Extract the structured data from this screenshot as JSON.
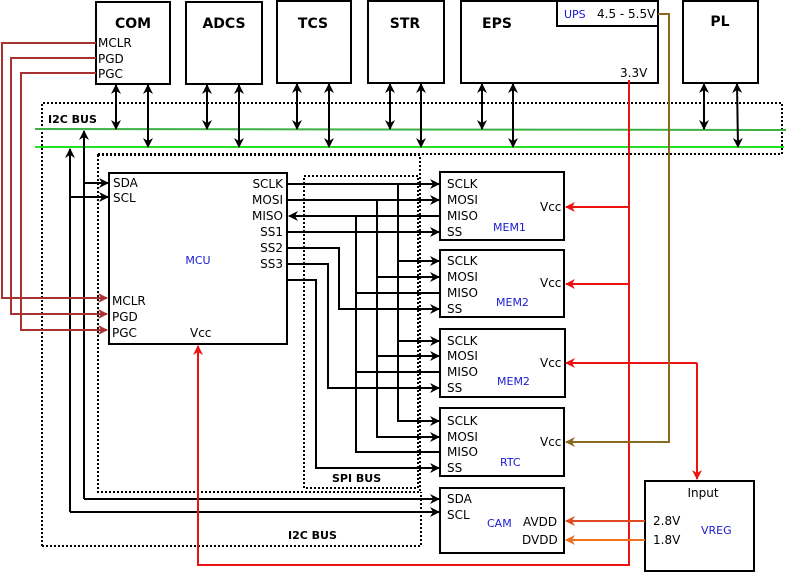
{
  "modules": {
    "com": "COM",
    "adcs": "ADCS",
    "tcs": "TCS",
    "str": "STR",
    "eps": "EPS",
    "pl": "PL",
    "ups": "UPS",
    "ups_range": "4.5 - 5.5V",
    "eps_out": "3.3V",
    "com_pins": [
      "MCLR",
      "PGD",
      "PGC"
    ]
  },
  "buses": {
    "i2c_top": "I2C BUS",
    "i2c_bottom": "I2C BUS",
    "spi": "SPI BUS"
  },
  "mcu": {
    "name": "MCU",
    "left_pins": [
      "SDA",
      "SCL"
    ],
    "right_pins": [
      "SCLK",
      "MOSI",
      "MISO",
      "SS1",
      "SS2",
      "SS3"
    ],
    "prog_pins": [
      "MCLR",
      "PGD",
      "PGC"
    ],
    "vcc": "Vcc"
  },
  "peripherals": [
    {
      "name": "MEM1",
      "pins": [
        "SCLK",
        "MOSI",
        "MISO",
        "SS"
      ],
      "vcc": "Vcc"
    },
    {
      "name": "MEM2",
      "pins": [
        "SCLK",
        "MOSI",
        "MISO",
        "SS"
      ],
      "vcc": "Vcc"
    },
    {
      "name": "MEM2",
      "pins": [
        "SCLK",
        "MOSI",
        "MISO",
        "SS"
      ],
      "vcc": "Vcc"
    },
    {
      "name": "RTC",
      "pins": [
        "SCLK",
        "MOSI",
        "MISO",
        "SS"
      ],
      "vcc": "Vcc"
    }
  ],
  "cam": {
    "name": "CAM",
    "pins": [
      "SDA",
      "SCL"
    ],
    "avdd": "AVDD",
    "dvdd": "DVDD"
  },
  "vreg": {
    "name": "VREG",
    "input": "Input",
    "out1": "2.8V",
    "out2": "1.8V"
  },
  "colors": {
    "i2c_line_1": "#3cb043",
    "i2c_line_2": "#22e022",
    "power_3v3": "#ee1111",
    "ups": "#8a6a20",
    "programming": "#a83232",
    "avdd": "#e04a20",
    "dvdd": "#f07020",
    "label_blue": "#1a1ad0"
  }
}
